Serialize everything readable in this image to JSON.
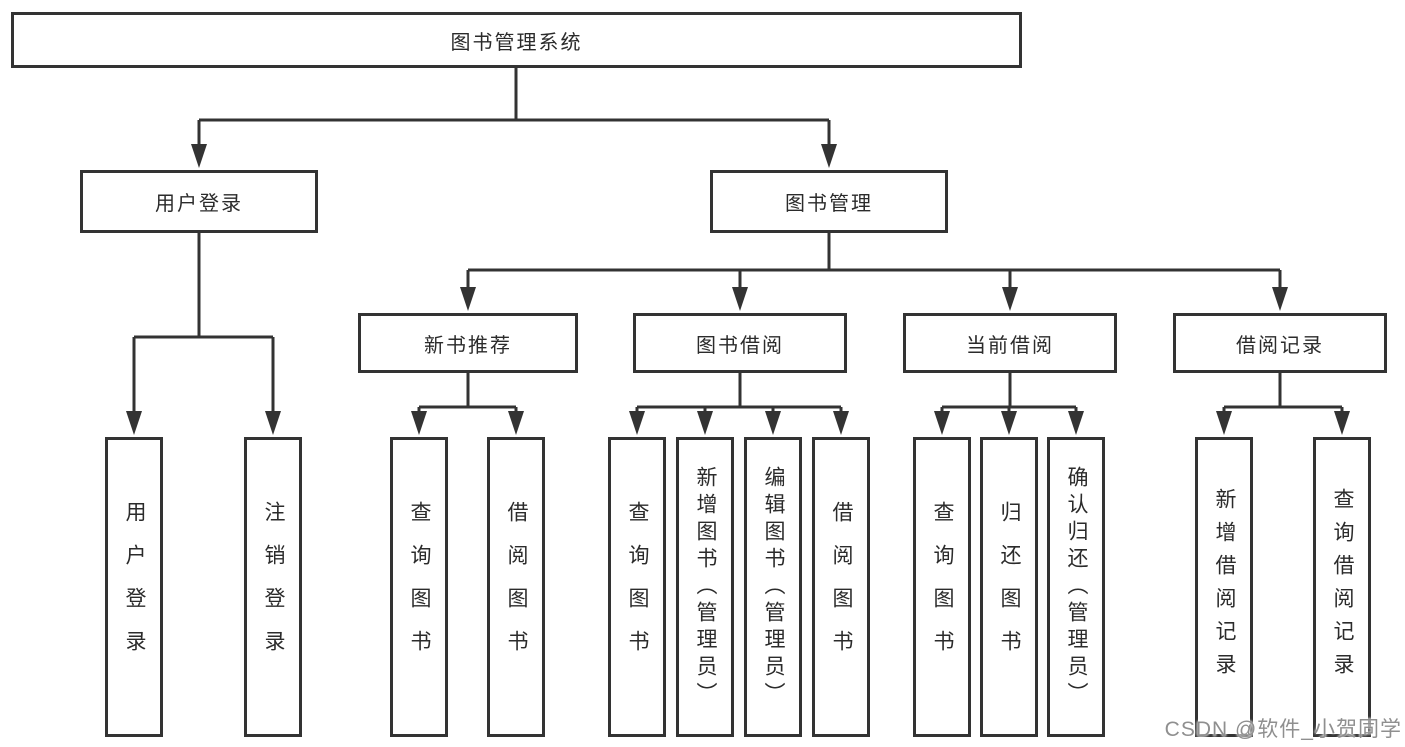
{
  "diagram": {
    "root": {
      "label": "图书管理系统"
    },
    "level2": [
      {
        "label": "用户登录"
      },
      {
        "label": "图书管理"
      }
    ],
    "level3": [
      {
        "label": "新书推荐"
      },
      {
        "label": "图书借阅"
      },
      {
        "label": "当前借阅"
      },
      {
        "label": "借阅记录"
      }
    ],
    "leaves": {
      "user_login": [
        "用户登录",
        "注销登录"
      ],
      "new_book_recommend": [
        "查询图书",
        "借阅图书"
      ],
      "book_borrow": [
        "查询图书",
        "新增图书（管理员）",
        "编辑图书（管理员）",
        "借阅图书"
      ],
      "current_borrow": [
        "查询图书",
        "归还图书",
        "确认归还（管理员）"
      ],
      "borrow_records": [
        "新增借阅记录",
        "查询借阅记录"
      ]
    }
  },
  "watermark": "CSDN @软件_小贺同学",
  "colors": {
    "line": "#333333",
    "text": "#2b2b2b",
    "watermark": "#8f8f8f",
    "background": "#ffffff"
  }
}
